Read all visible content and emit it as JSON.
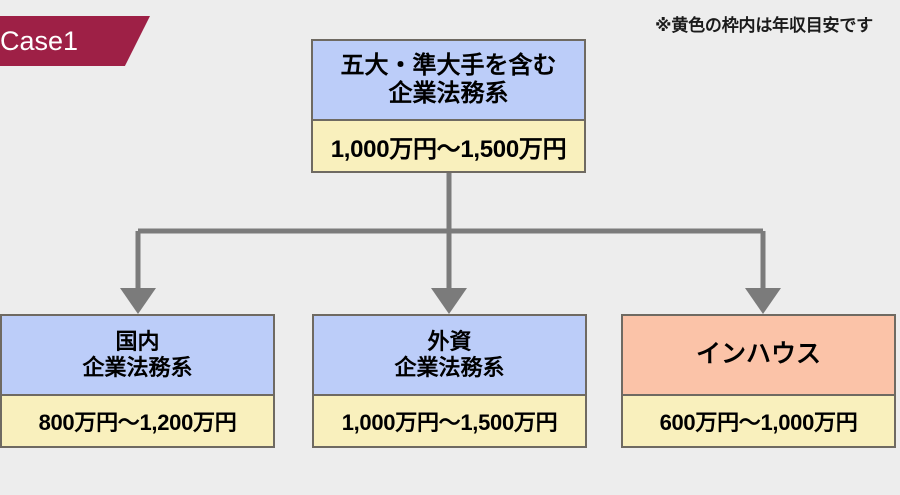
{
  "banner": {
    "label": "Case1",
    "color": "#9e2046",
    "text_color": "#ffffff"
  },
  "note": {
    "text": "※黄色の枠内は年収目安です"
  },
  "palette": {
    "background": "#ededed",
    "box_border": "#6f6a62",
    "header_blue": "#bccdf9",
    "header_peach": "#fbc3a8",
    "salary_yellow": "#f9f0bd",
    "connector_gray": "#7b7b7b",
    "text": "#000000"
  },
  "diagram": {
    "type": "org-tree",
    "root": {
      "name": "top-tier-corporate-legal",
      "title_line1": "五大・準大手を含む",
      "title_line2": "企業法務系",
      "salary": "1,000万円〜1,500万円",
      "header_style": "blue"
    },
    "children": [
      {
        "name": "domestic-corporate-legal",
        "title_line1": "国内",
        "title_line2": "企業法務系",
        "salary": "800万円〜1,200万円",
        "header_style": "blue"
      },
      {
        "name": "foreign-corporate-legal",
        "title_line1": "外資",
        "title_line2": "企業法務系",
        "salary": "1,000万円〜1,500万円",
        "header_style": "blue"
      },
      {
        "name": "in-house",
        "title_line1": "インハウス",
        "title_line2": "",
        "salary": "600万円〜1,000万円",
        "header_style": "peach"
      }
    ]
  }
}
